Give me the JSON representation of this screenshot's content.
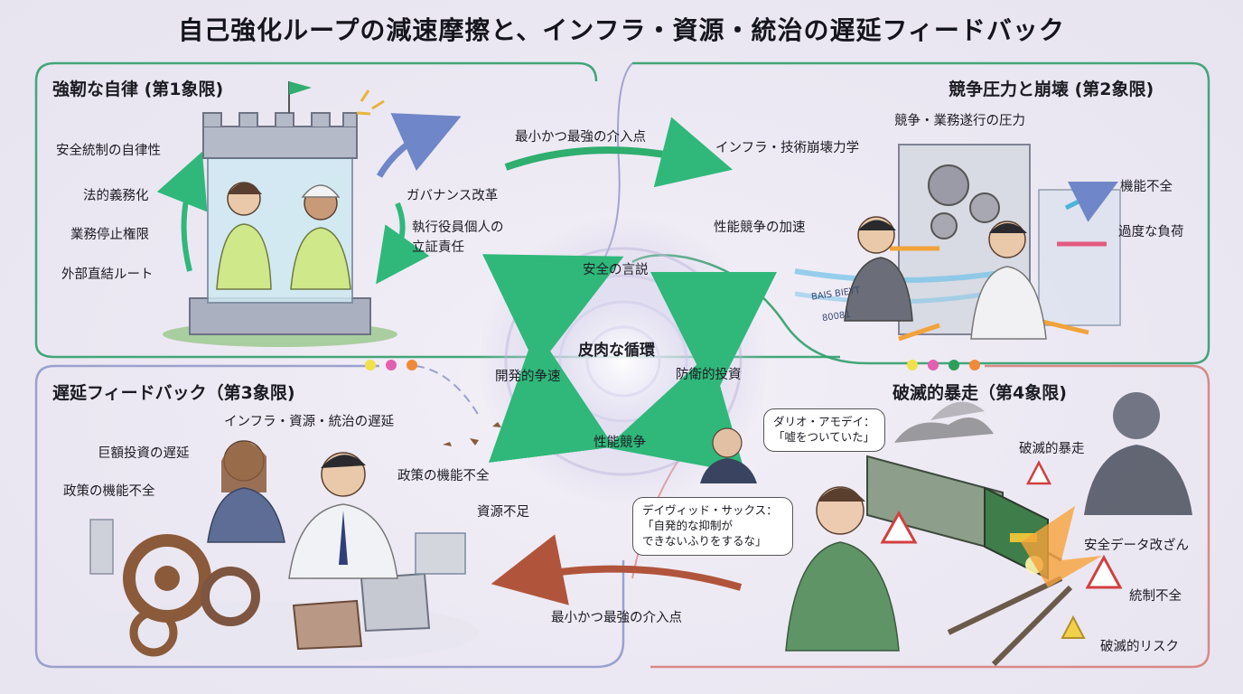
{
  "title": "自己強化ループの減速摩擦と、インフラ・資源・統治の遅延フィードバック",
  "quadrants": {
    "q1": {
      "title": "強靭な自律 (第1象限)",
      "labels": [
        "安全統制の自律性",
        "法的義務化",
        "業務停止権限",
        "外部直結ルート"
      ],
      "right_labels": [
        "ガバナンス改革",
        "執行役員個人の",
        "立証責任"
      ]
    },
    "q2": {
      "title": "競争圧力と崩壊 (第2象限)",
      "labels": [
        "競争・業務遂行の圧力",
        "インフラ・技術崩壊力学",
        "性能競争の加速",
        "機能不全",
        "過度な負荷"
      ]
    },
    "q3": {
      "title": "遅延フィードバック（第3象限)",
      "labels": [
        "インフラ・資源・統治の遅延",
        "巨額投資の遅延",
        "政策の機能不全",
        "政策の機能不全",
        "資源不足"
      ]
    },
    "q4": {
      "title": "破滅的暴走（第4象限)",
      "labels": [
        "破滅的暴走",
        "安全データ改ざん",
        "統制不全",
        "破滅的リスク"
      ]
    }
  },
  "cycle": {
    "center": "皮肉な循環",
    "nodes": [
      "安全の言説",
      "防衛的投資",
      "性能競争",
      "開発的争速"
    ]
  },
  "intervention_top": "最小かつ最強の介入点",
  "intervention_bottom": "最小かつ最強の介入点",
  "quotes": {
    "amodei": [
      "ダリオ・アモデイ：",
      "「嘘をついていた」"
    ],
    "sacks": [
      "デイヴィッド・サックス：",
      "「自発的な抑制が",
      "できないふりをするな」"
    ]
  },
  "screen_text": [
    "BAIS BIEYT",
    "80081"
  ],
  "colors": {
    "q1_border": "#2f9f6a",
    "q2_border": "#8e92c6",
    "q3_border": "#9aa1cf",
    "q4_border": "#d88a86",
    "cycle_green": "#2fb87a",
    "intervention_top": "#2fae6e",
    "intervention_bottom": "#b0553c",
    "dots": [
      "#f2e04a",
      "#e35fb0",
      "#f08a3a",
      "#f2e04a",
      "#e35fb0",
      "#2e9e5e",
      "#f08a3a"
    ]
  }
}
